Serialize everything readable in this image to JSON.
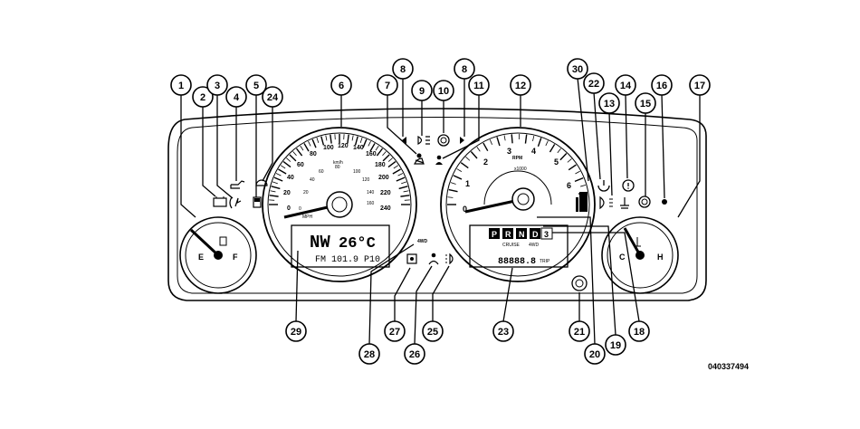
{
  "figure_code": "040337494",
  "callouts": [
    "1",
    "2",
    "3",
    "4",
    "5",
    "24",
    "6",
    "7",
    "8",
    "9",
    "10",
    "8",
    "11",
    "12",
    "30",
    "22",
    "13",
    "14",
    "15",
    "16",
    "17",
    "29",
    "28",
    "27",
    "26",
    "25",
    "23",
    "21",
    "20",
    "19",
    "18"
  ],
  "speedometer": {
    "outer_ticks": [
      "0",
      "20",
      "40",
      "60",
      "80",
      "100",
      "120",
      "140",
      "160",
      "180",
      "200",
      "220",
      "240"
    ],
    "outer_unit": "km/h",
    "inner_ticks": [
      "0",
      "20",
      "40",
      "60",
      "80",
      "100",
      "120",
      "140",
      "160"
    ],
    "inner_unit": "MPH"
  },
  "tachometer": {
    "ticks": [
      "0",
      "1",
      "2",
      "3",
      "4",
      "5",
      "6"
    ],
    "unit": "RPM",
    "multiplier": "x1000"
  },
  "fuel_gauge": {
    "empty": "E",
    "full": "F"
  },
  "temp_gauge": {
    "cold": "C",
    "hot": "H"
  },
  "odometer_display": {
    "line1_dir": "NW",
    "line1_temp": "26°C",
    "line2": "FM 101.9 P10",
    "four_wd": "4WD"
  },
  "prndl": {
    "letters": [
      "P",
      "R",
      "N",
      "D",
      "3"
    ],
    "cruise": "CRUISE",
    "four_wd": "4WD",
    "odometer": "88888.8",
    "trip": "TRIP"
  }
}
